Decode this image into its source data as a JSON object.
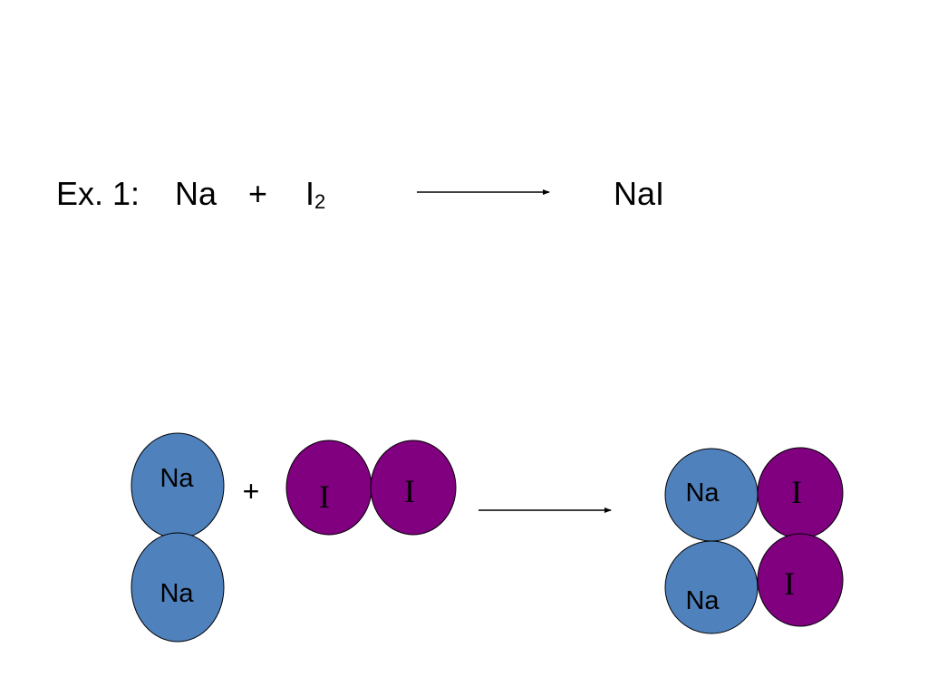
{
  "equation": {
    "label": "Ex. 1:",
    "reactant_1": "Na",
    "plus": "+",
    "reactant_2": "I",
    "reactant_2_subscript": "2",
    "product": "NaI"
  },
  "diagram": {
    "reactants": {
      "sodium_atoms": [
        "Na",
        "Na"
      ],
      "plus": "+",
      "iodine_atoms": [
        "I",
        "I"
      ]
    },
    "products": {
      "sodium_atoms": [
        "Na",
        "Na"
      ],
      "iodine_atoms": [
        "I",
        "I"
      ]
    }
  },
  "colors": {
    "sodium": "#4f81bd",
    "iodine": "#800080",
    "outline": "#000000"
  }
}
